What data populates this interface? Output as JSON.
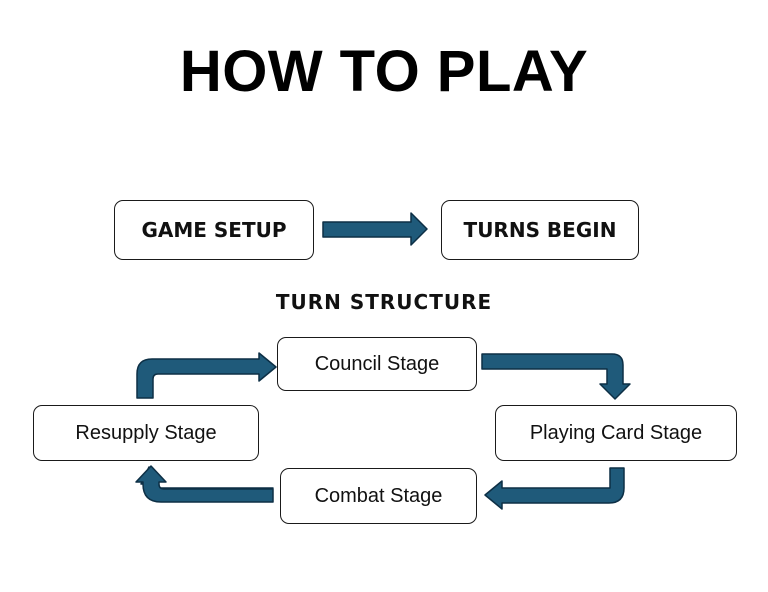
{
  "title": "HOW TO PLAY",
  "flow": {
    "setup": "GAME SETUP",
    "turns": "TURNS BEGIN"
  },
  "turn_structure": {
    "heading": "TURN STRUCTURE",
    "stages": {
      "council": "Council Stage",
      "playing_card": "Playing Card Stage",
      "combat": "Combat Stage",
      "resupply": "Resupply Stage"
    }
  },
  "colors": {
    "arrow_fill": "#1f5a7a",
    "arrow_outline": "#0d2f45",
    "box_border": "#1a1a1a"
  }
}
